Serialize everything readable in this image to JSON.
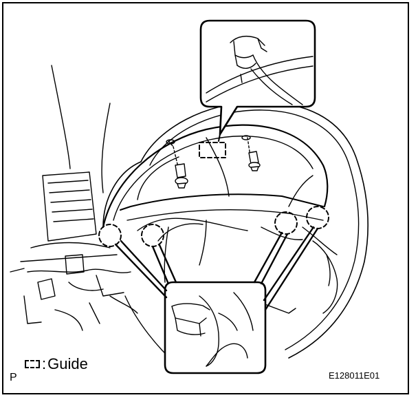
{
  "legend": {
    "symbol": "dashed-rectangle",
    "separator": ":",
    "text": "Guide"
  },
  "corner_label": "P",
  "figure_code": "E128011E01",
  "callouts": {
    "top_detail": "guide-hook-detail",
    "bottom_detail": "clip-engagement-detail"
  },
  "markers": {
    "guide_box_count": 1,
    "dashed_circle_count": 4,
    "clip_count": 2
  }
}
